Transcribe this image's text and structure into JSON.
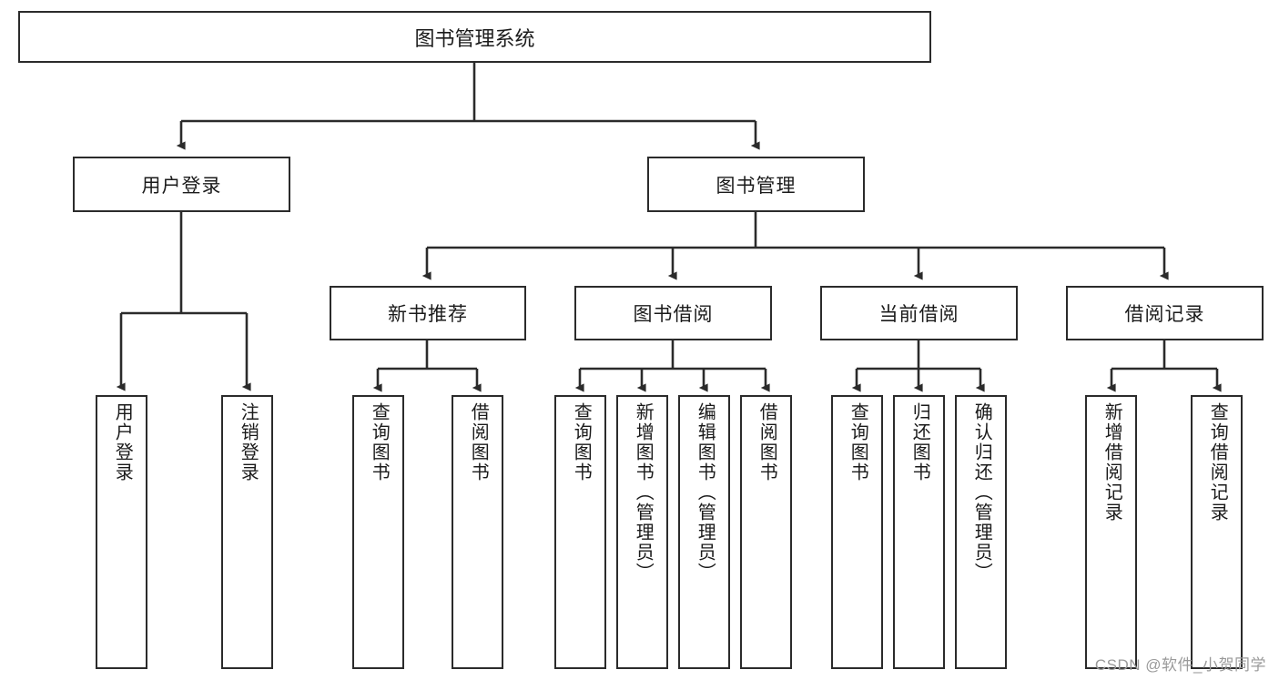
{
  "diagram": {
    "title": "图书管理系统",
    "watermark": "CSDN @软件_小贺同学",
    "colors": {
      "stroke": "#2b2b2b",
      "fill": "#ffffff",
      "text": "#1b1b1b",
      "watermark": "#9a9a9a"
    },
    "root": {
      "label": "图书管理系统"
    },
    "level1": [
      {
        "label": "用户登录"
      },
      {
        "label": "图书管理"
      }
    ],
    "level2": [
      {
        "label": "新书推荐"
      },
      {
        "label": "图书借阅"
      },
      {
        "label": "当前借阅"
      },
      {
        "label": "借阅记录"
      }
    ],
    "leaves": {
      "user_login": [
        {
          "label": "用户登录"
        },
        {
          "label": "注销登录"
        }
      ],
      "new_book": [
        {
          "label": "查询图书"
        },
        {
          "label": "借阅图书"
        }
      ],
      "book_borrow": [
        {
          "label": "查询图书"
        },
        {
          "label": "新增图书（管理员）"
        },
        {
          "label": "编辑图书（管理员）"
        },
        {
          "label": "借阅图书"
        }
      ],
      "current_borrow": [
        {
          "label": "查询图书"
        },
        {
          "label": "归还图书"
        },
        {
          "label": "确认归还（管理员）"
        }
      ],
      "borrow_record": [
        {
          "label": "新增借阅记录"
        },
        {
          "label": "查询借阅记录"
        }
      ]
    }
  }
}
